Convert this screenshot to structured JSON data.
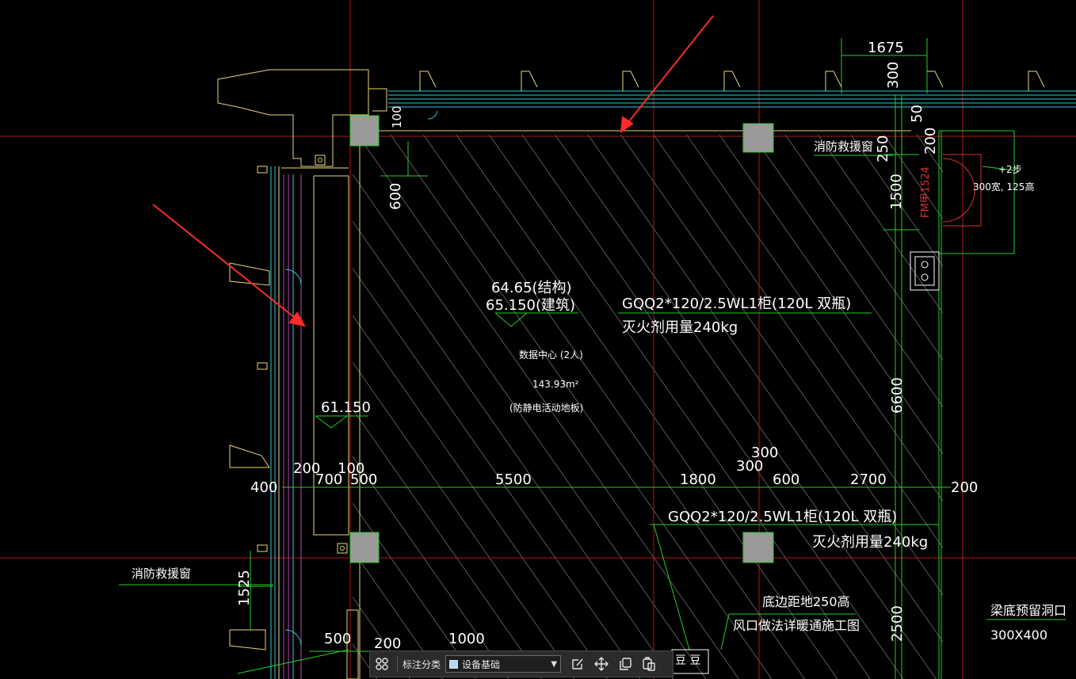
{
  "drawing": {
    "dims": {
      "top_1675": "1675",
      "top_300": "300",
      "d_100": "100",
      "d_600": "600",
      "d_50": "50",
      "d_200a": "200",
      "d_250": "250",
      "d_1500": "1500",
      "d_6600": "6600",
      "d_2500": "2500",
      "d_1525": "1525",
      "row_400": "400",
      "row_200l": "200",
      "row_100": "100",
      "row_700": "700",
      "row_500": "500",
      "row_5500": "5500",
      "row_1800": "1800",
      "row_300a": "300",
      "row_300b": "300",
      "row_600": "600",
      "row_2700": "2700",
      "row_200r": "200",
      "bot_500": "500",
      "bot_200": "200",
      "bot_1000": "1000"
    },
    "labels": {
      "rescue_window_top": "消防救援窗",
      "rescue_window_left": "消防救援窗",
      "door_code": "FM甲1524",
      "step_line1": "+2步",
      "step_line2": "300宽, 125高",
      "elev_struct": "64.65(结构)",
      "elev_arch": "65.150(建筑)",
      "room_name": "数据中心 (2人)",
      "room_area": "143.93m²",
      "room_floor": "(防静电活动地板)",
      "gas_top_line1": "GQQ2*120/2.5WL1柜(120L 双瓶)",
      "gas_top_line2": "灭火剂用量240kg",
      "gas_bottom_line1": "GQQ2*120/2.5WL1柜(120L 双瓶)",
      "gas_bottom_line2": "灭火剂用量240kg",
      "elev_left": "61.150",
      "vent_line1": "底边距地250高",
      "vent_line2": "风口做法详暖通施工图",
      "beam_line1": "梁底预留洞口",
      "beam_line2": "300X400",
      "partial_text": "豆 豆"
    },
    "colors": {
      "background": "#000000",
      "dim_green": "#22d022",
      "wall_yellow": "#e8d87a",
      "axis_red": "#b01818",
      "hatch": "#d8d8d8",
      "cyan": "#35c8d8",
      "magenta": "#c040c0",
      "arrow_red": "#ff2a2a",
      "column_fill": "#9a9a9a",
      "text_white": "#ffffff",
      "door_red": "#e03030"
    }
  },
  "toolbar": {
    "icons": [
      "layout-grid-icon",
      "edit-icon",
      "move-icon",
      "copy-icon",
      "paste-icon"
    ],
    "label": "标注分类",
    "select_value": "设备基础"
  }
}
